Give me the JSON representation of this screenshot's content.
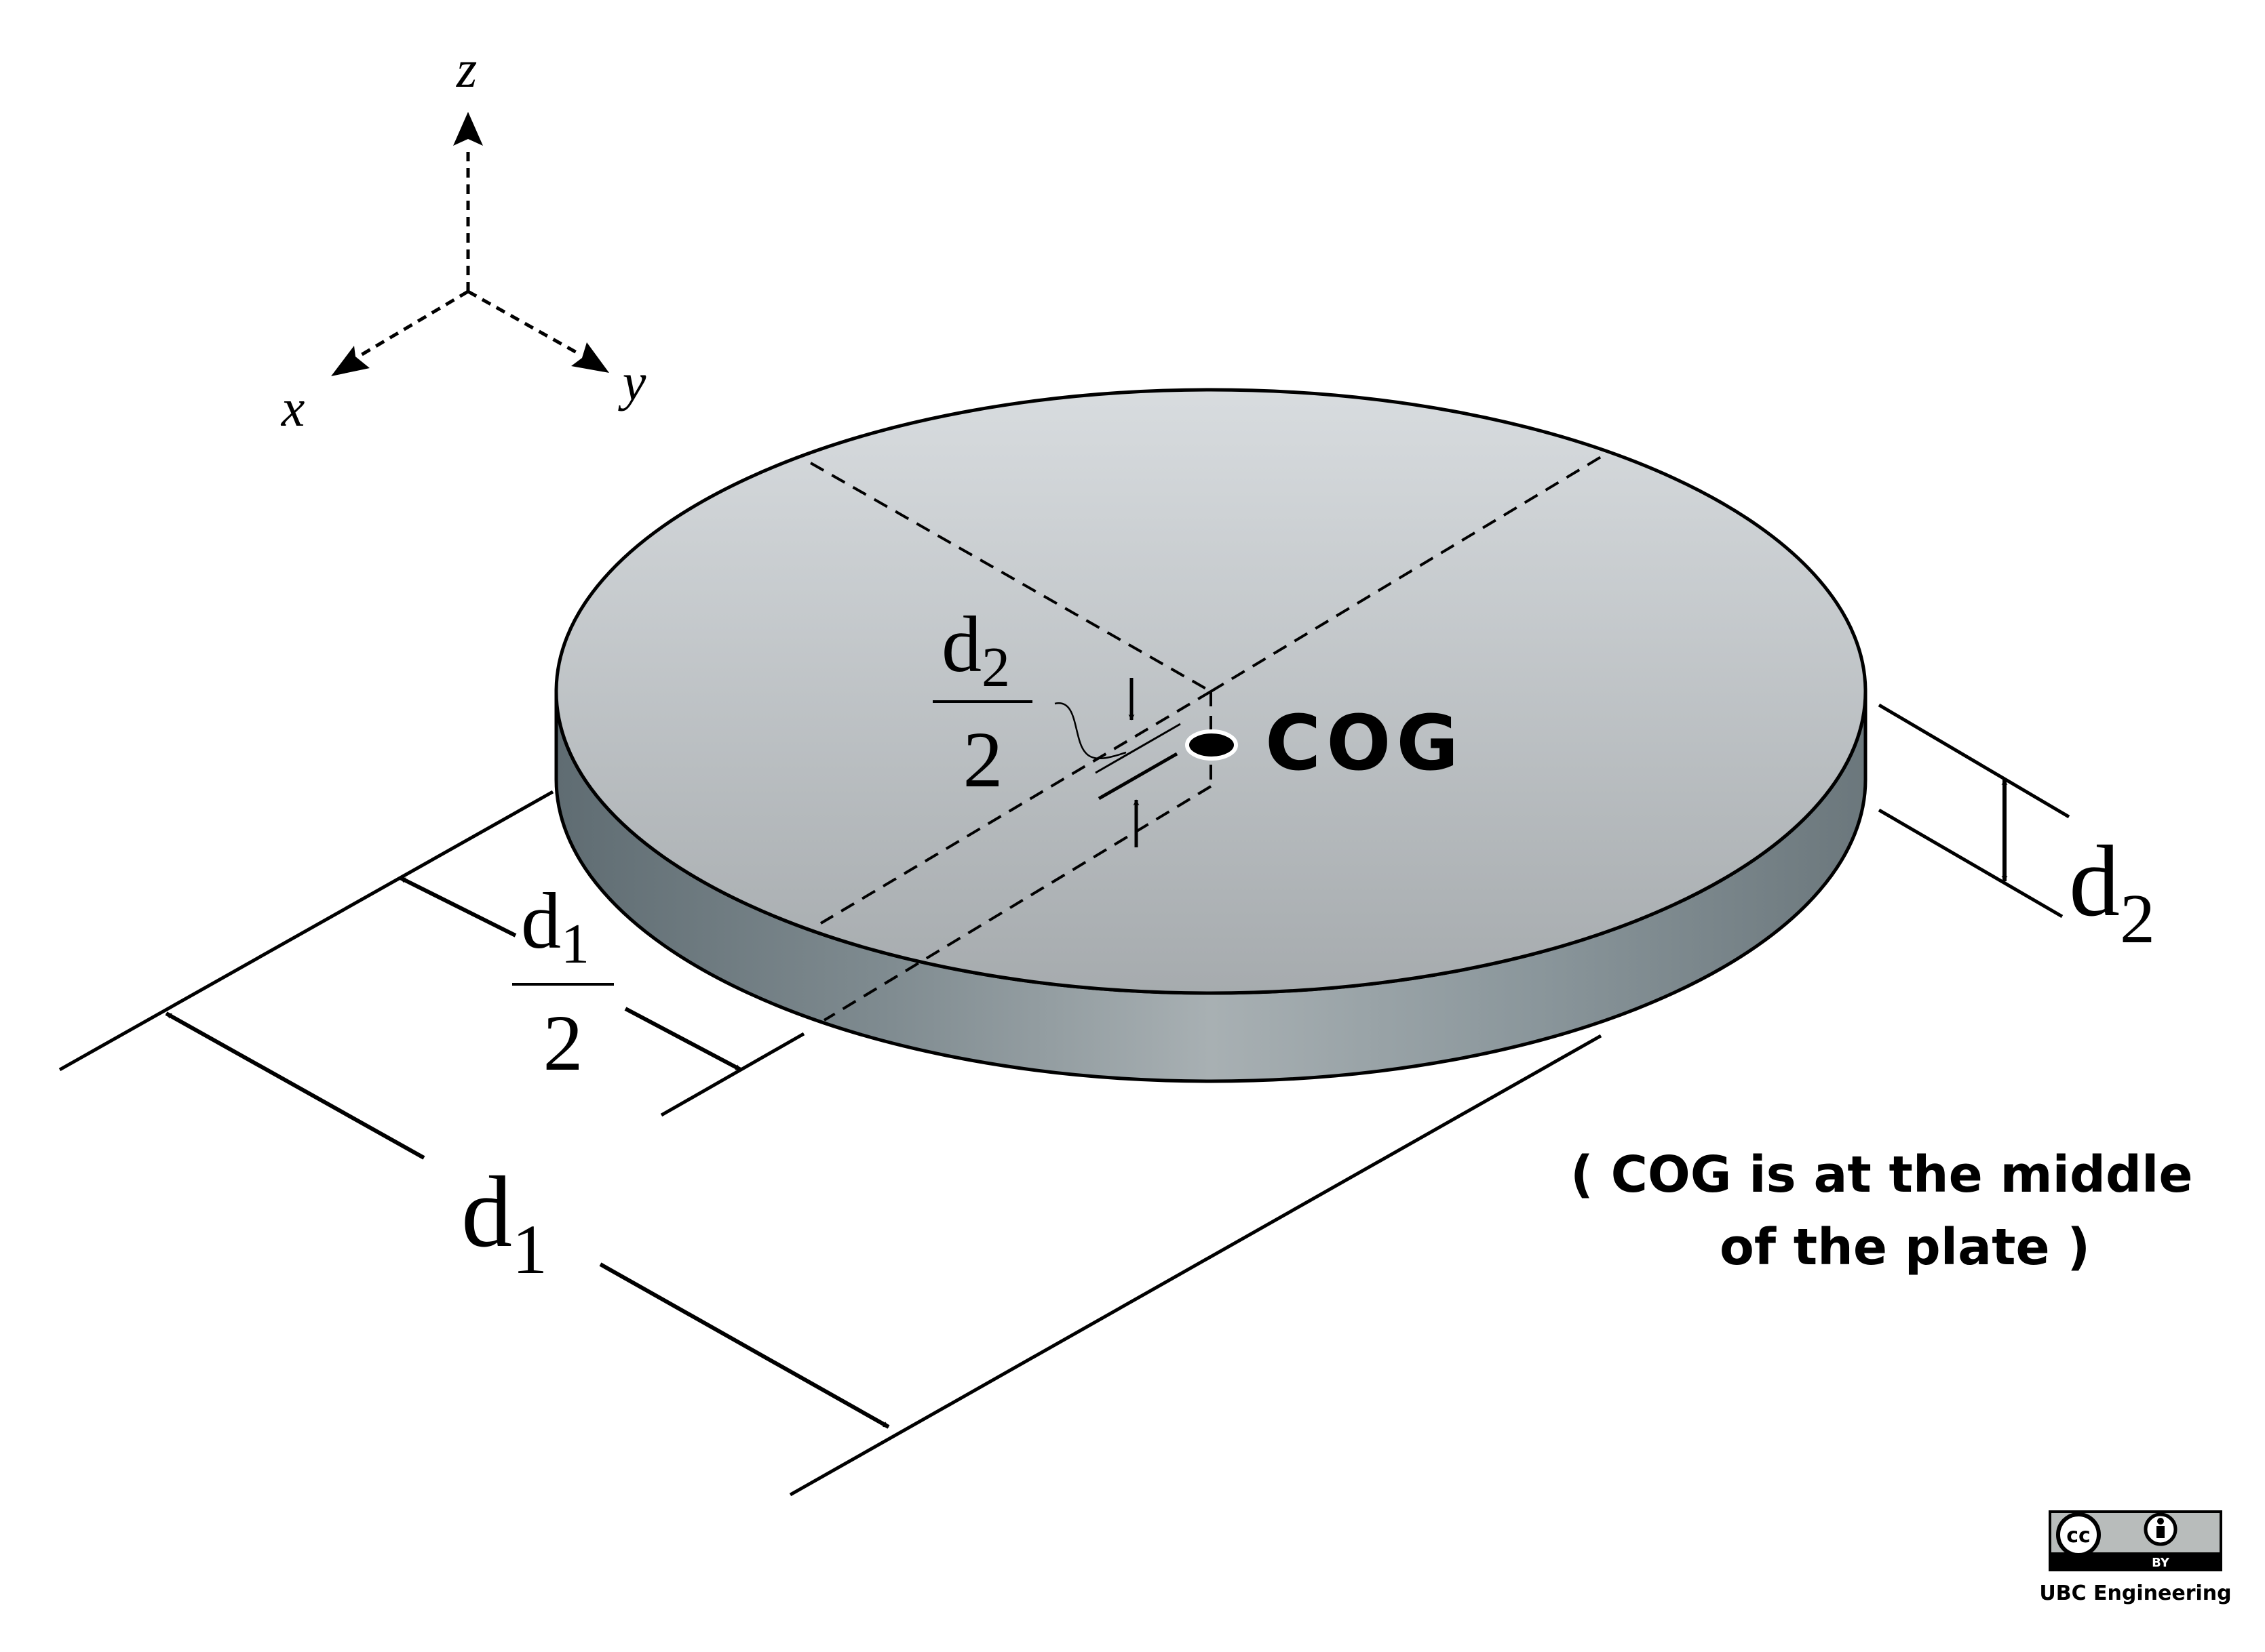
{
  "axes": {
    "z": "z",
    "x": "x",
    "y": "y"
  },
  "labels": {
    "d1_main": "d",
    "d1_main_sub": "1",
    "d1_half_num": "d",
    "d1_half_num_sub": "1",
    "d1_half_den": "2",
    "d2_half_num": "d",
    "d2_half_num_sub": "2",
    "d2_half_den": "2",
    "d2_side": "d",
    "d2_side_sub": "2",
    "cog": "COG"
  },
  "note": {
    "line1": "( COG is at the middle",
    "line2": "of the plate )"
  },
  "license": {
    "cc": "cc",
    "by": "BY",
    "credit": "UBC Engineering"
  },
  "colors": {
    "top_light": "#d6dade",
    "top_dark": "#a9adb0",
    "side_dark": "#6f7c82",
    "side_light": "#a3acb0",
    "stroke": "#000000"
  }
}
